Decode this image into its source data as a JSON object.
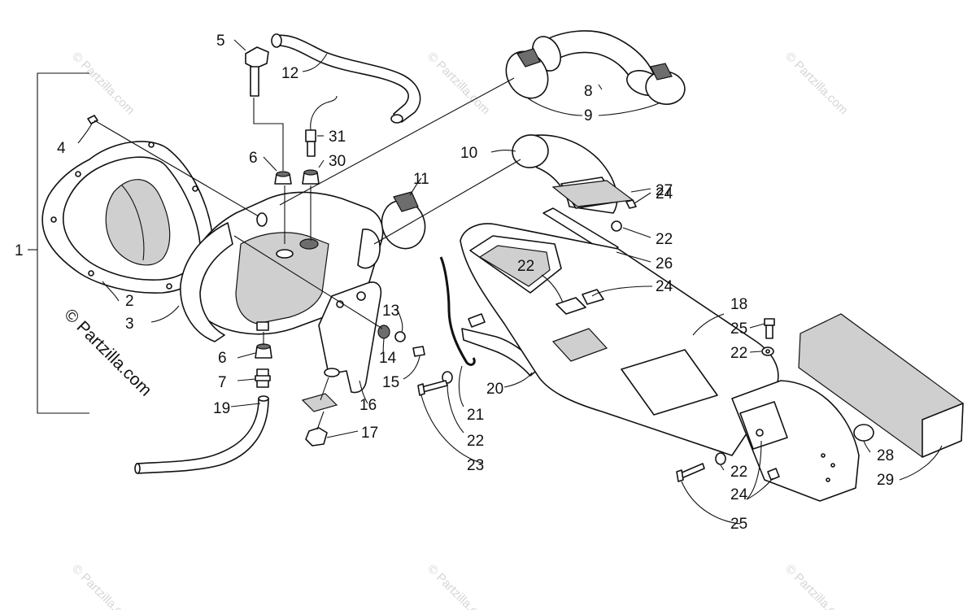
{
  "watermark": {
    "main_text": "© Partzilla.com",
    "tile_text": "© Partzilla.com"
  },
  "colors": {
    "line": "#111111",
    "shade": "#cfcfcf",
    "watermark": "#d6d6d6"
  },
  "callouts": [
    "1",
    "2",
    "3",
    "4",
    "5",
    "6",
    "6",
    "7",
    "8",
    "9",
    "10",
    "11",
    "12",
    "13",
    "14",
    "15",
    "16",
    "17",
    "18",
    "19",
    "20",
    "21",
    "22",
    "22",
    "22",
    "22",
    "22",
    "23",
    "24",
    "24",
    "24",
    "25",
    "25",
    "26",
    "27",
    "28",
    "29",
    "30",
    "31"
  ]
}
